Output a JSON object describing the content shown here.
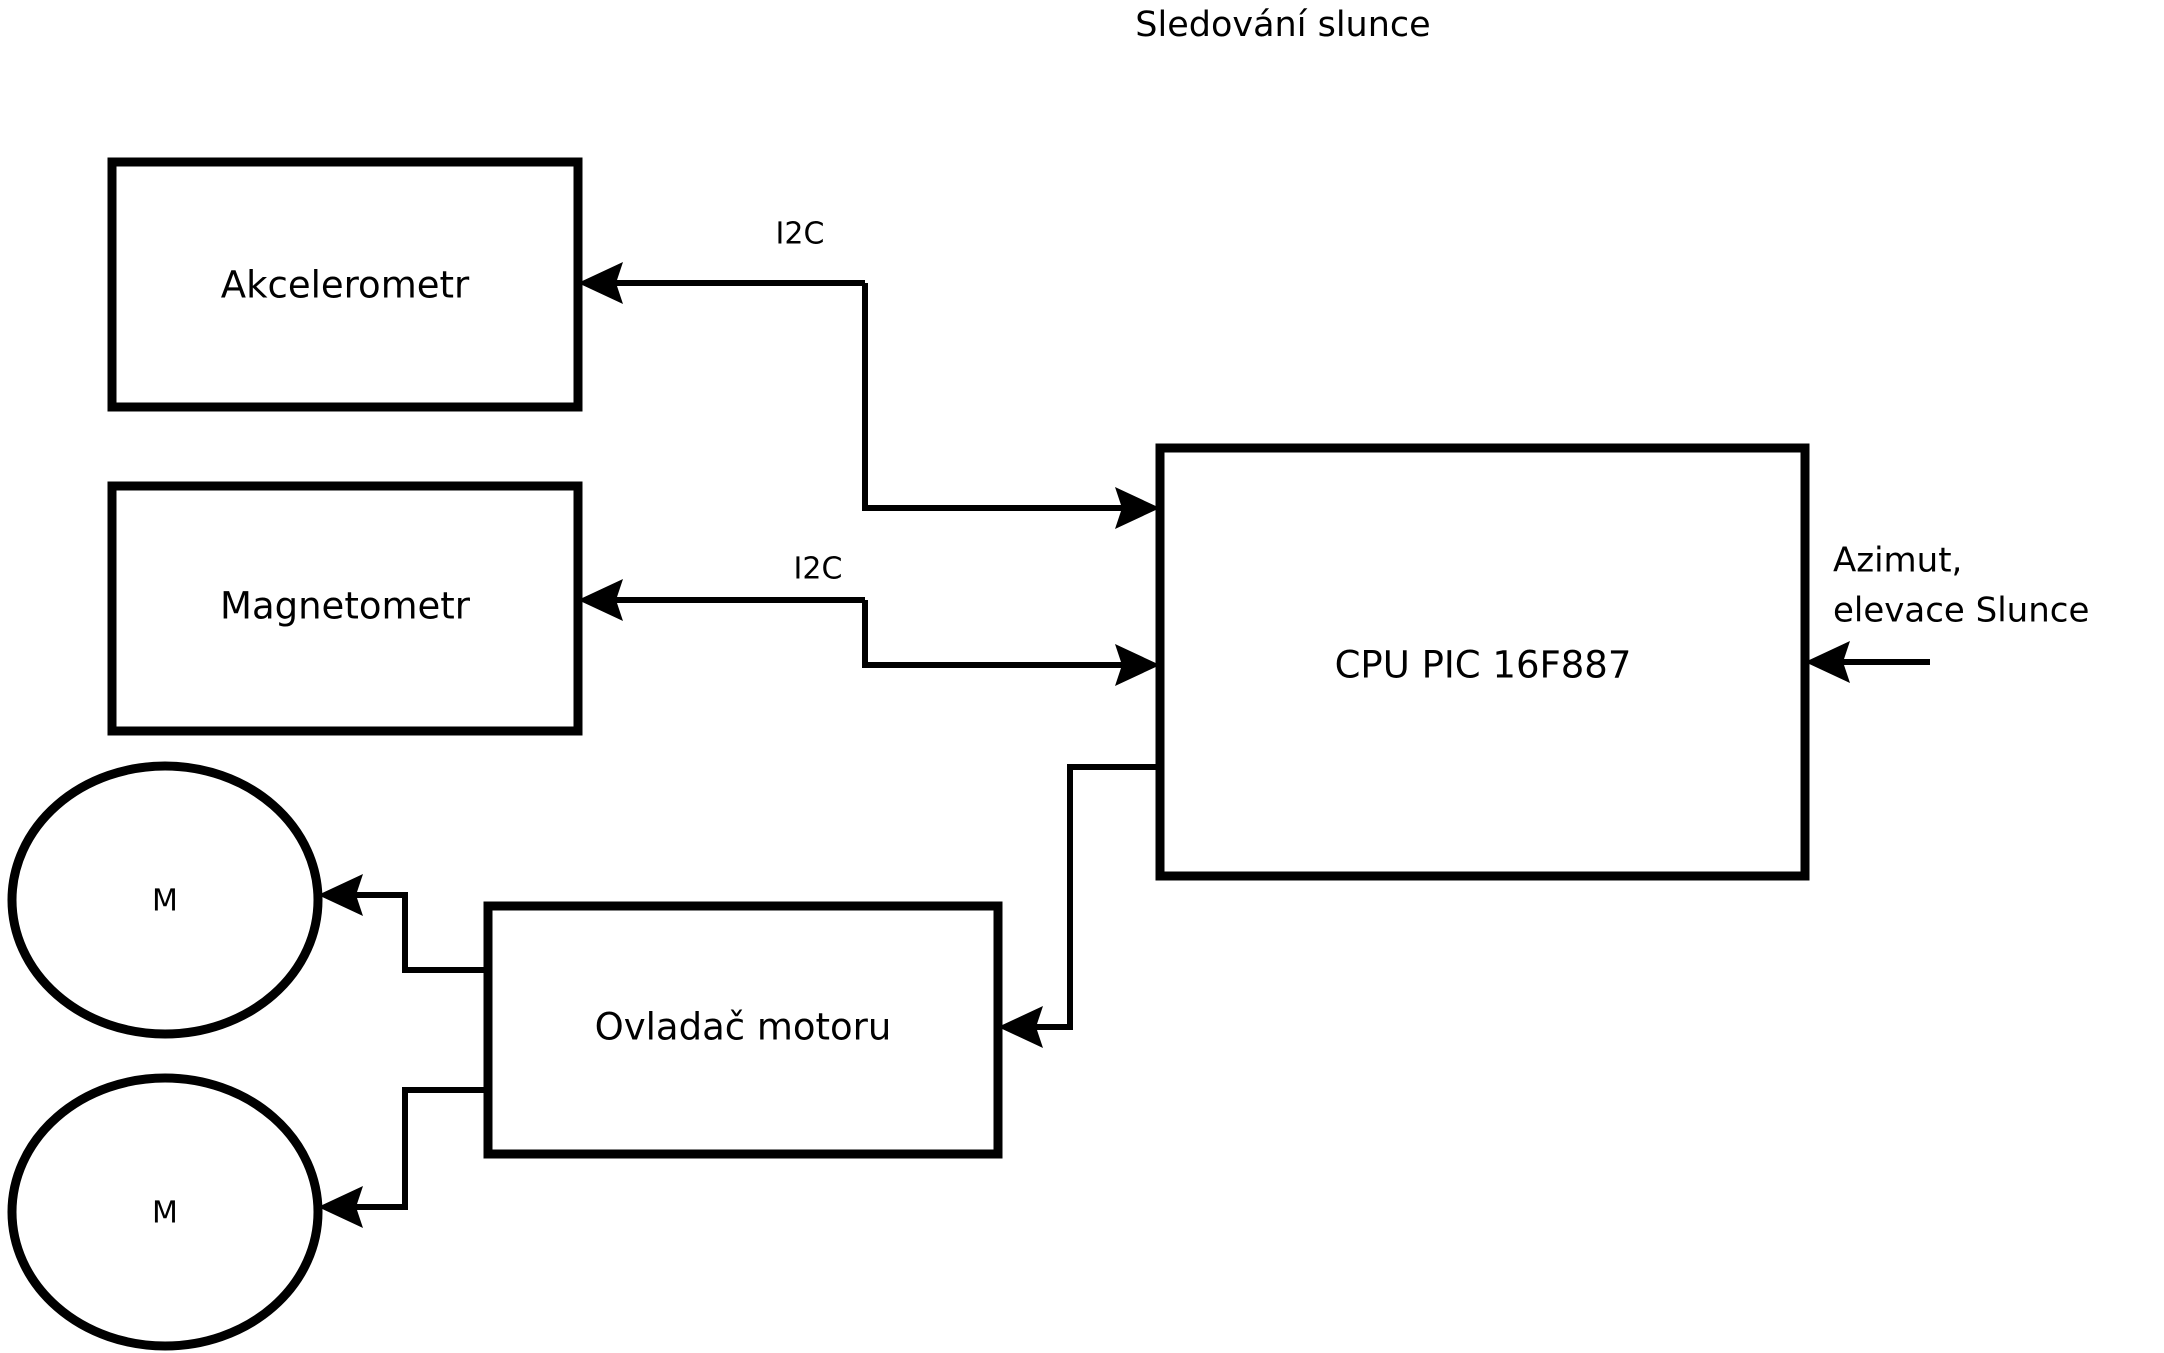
{
  "diagram": {
    "title": "Sledování slunce",
    "type": "block-diagram",
    "background_color": "#ffffff",
    "stroke_color": "#000000",
    "nodes": [
      {
        "id": "accelerometer",
        "label": "Akcelerometr",
        "shape": "rectangle"
      },
      {
        "id": "magnetometer",
        "label": "Magnetometr",
        "shape": "rectangle"
      },
      {
        "id": "cpu",
        "label": "CPU PIC 16F887",
        "shape": "rectangle"
      },
      {
        "id": "motor-driver",
        "label": "Ovladač motoru",
        "shape": "rectangle"
      },
      {
        "id": "motor-top",
        "label": "M",
        "shape": "circle"
      },
      {
        "id": "motor-bottom",
        "label": "M",
        "shape": "circle"
      }
    ],
    "edge_labels": {
      "accelerometer_bus": "I2C",
      "magnetometer_bus": "I2C"
    },
    "external_input": {
      "label_line1": "Azimut,",
      "label_line2": "elevace Slunce"
    }
  }
}
